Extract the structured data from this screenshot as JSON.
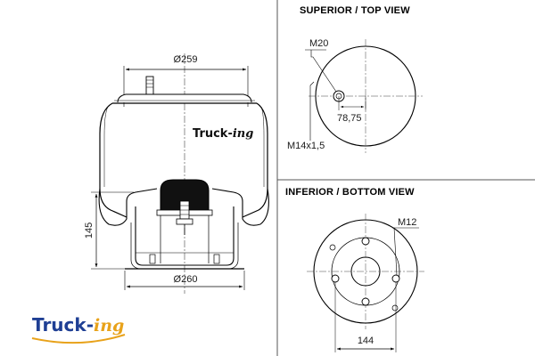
{
  "views": {
    "top_heading": "SUPERIOR / TOP VIEW",
    "bottom_heading": "INFERIOR / BOTTOM VIEW"
  },
  "side_view": {
    "top_diameter": "Ø259",
    "bottom_diameter": "Ø260",
    "height": "145"
  },
  "top_view": {
    "stud_thread": "M20",
    "offset": "78,75",
    "air_fitting_thread": "M14x1,5"
  },
  "bottom_view": {
    "bolt_thread": "M12",
    "bolt_spacing": "144"
  },
  "brand": {
    "main": "Truck-",
    "script": "ing",
    "main_color": "#1f3f94",
    "accent_color": "#e8a21a"
  },
  "icons": {
    "stud": "mounting-stud-icon",
    "hole": "bolt-hole-icon"
  }
}
